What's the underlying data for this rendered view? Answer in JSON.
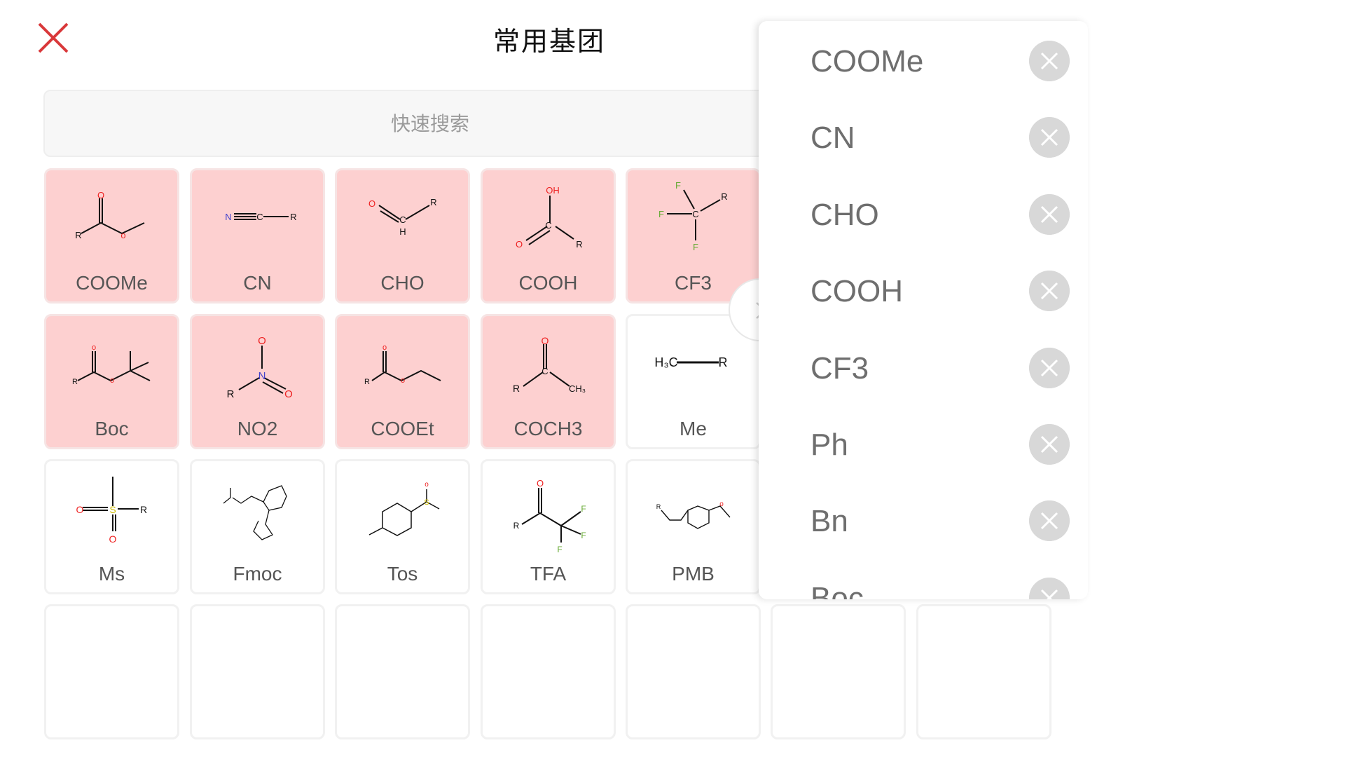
{
  "header": {
    "title": "常用基团",
    "close_icon": "close-x-icon",
    "close_color": "#d9383a"
  },
  "search": {
    "placeholder": "快速搜索"
  },
  "colors": {
    "selected_card": "#fdd0d0",
    "label": "#555555"
  },
  "groups": [
    {
      "label": "COOMe",
      "selected": true
    },
    {
      "label": "CN",
      "selected": true
    },
    {
      "label": "CHO",
      "selected": true
    },
    {
      "label": "COOH",
      "selected": true
    },
    {
      "label": "CF3",
      "selected": true
    },
    {
      "label": "Boc",
      "selected": true
    },
    {
      "label": "NO2",
      "selected": true
    },
    {
      "label": "COOEt",
      "selected": true
    },
    {
      "label": "COCH3",
      "selected": true
    },
    {
      "label": "Me",
      "selected": false
    },
    {
      "label": "Ms",
      "selected": false
    },
    {
      "label": "Fmoc",
      "selected": false
    },
    {
      "label": "Tos",
      "selected": false
    },
    {
      "label": "TFA",
      "selected": false
    },
    {
      "label": "PMB",
      "selected": false
    }
  ],
  "selected_panel": {
    "items": [
      "COOMe",
      "CN",
      "CHO",
      "COOH",
      "CF3",
      "Ph",
      "Bn",
      "Boc"
    ],
    "remove_icon": "circle-x-icon",
    "collapse_icon": "chevron-right-icon"
  }
}
